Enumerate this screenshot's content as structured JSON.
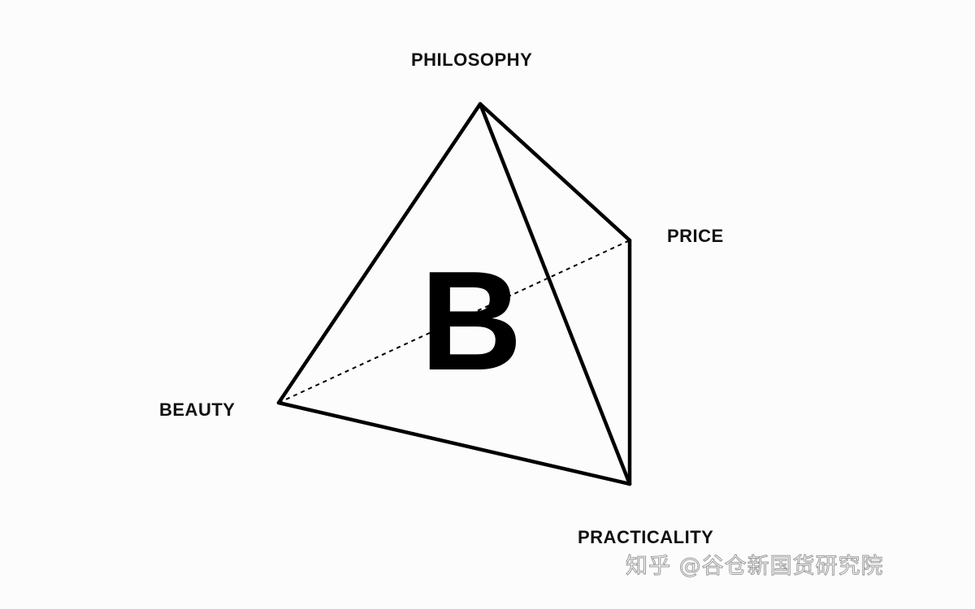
{
  "diagram": {
    "vertices": {
      "top": "PHILOSOPHY",
      "right": "PRICE",
      "left": "BEAUTY",
      "bottom": "PRACTICALITY"
    },
    "center_letter": "B",
    "hidden_edge_style": "dashed",
    "line_color": "#000000"
  },
  "watermark": {
    "text": "知乎 @谷仓新国货研究院"
  }
}
